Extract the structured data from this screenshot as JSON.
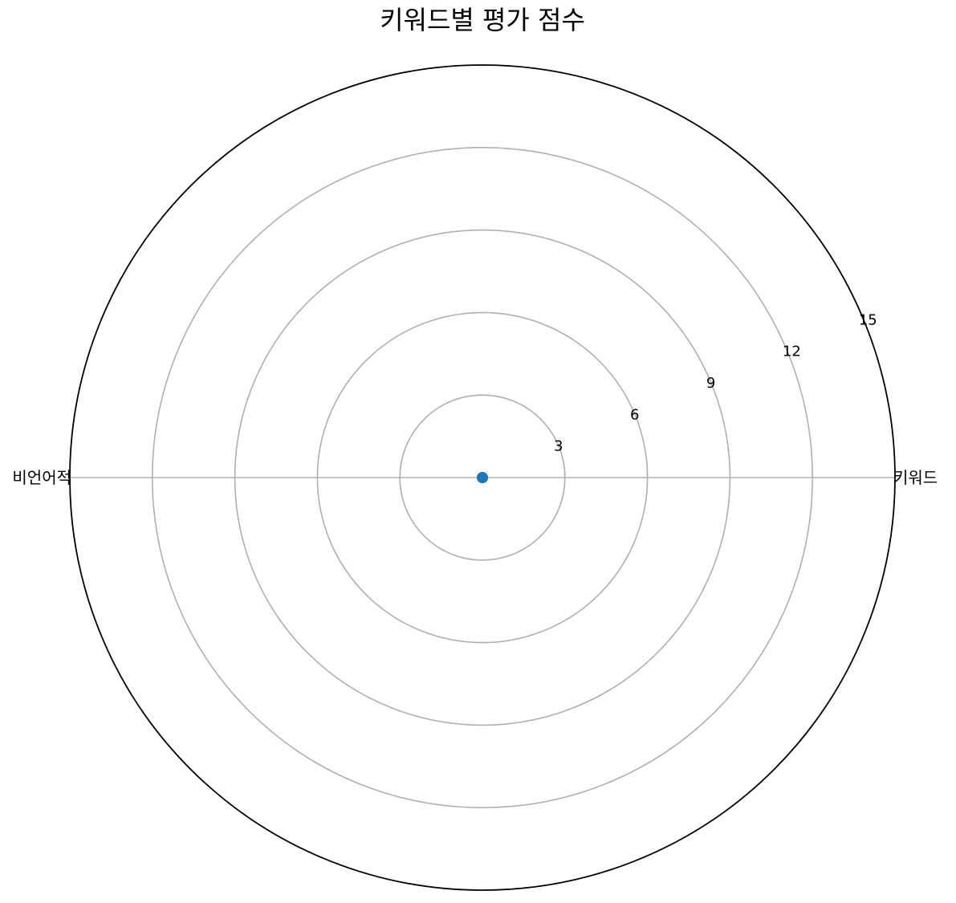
{
  "chart_data": {
    "type": "radar",
    "title": "키워드별 평가 점수",
    "categories": [
      "키워드",
      "비언어적"
    ],
    "series": [
      {
        "values": [
          0,
          0
        ]
      }
    ],
    "rlim": [
      0,
      15
    ],
    "rticks": [
      3,
      6,
      9,
      12,
      15
    ],
    "rtick_labels": [
      "3",
      "6",
      "9",
      "12",
      "15"
    ],
    "grid": true,
    "colors": {
      "series": "#1f77b4",
      "grid": "#b0b0b0",
      "outer": "#000000"
    }
  }
}
